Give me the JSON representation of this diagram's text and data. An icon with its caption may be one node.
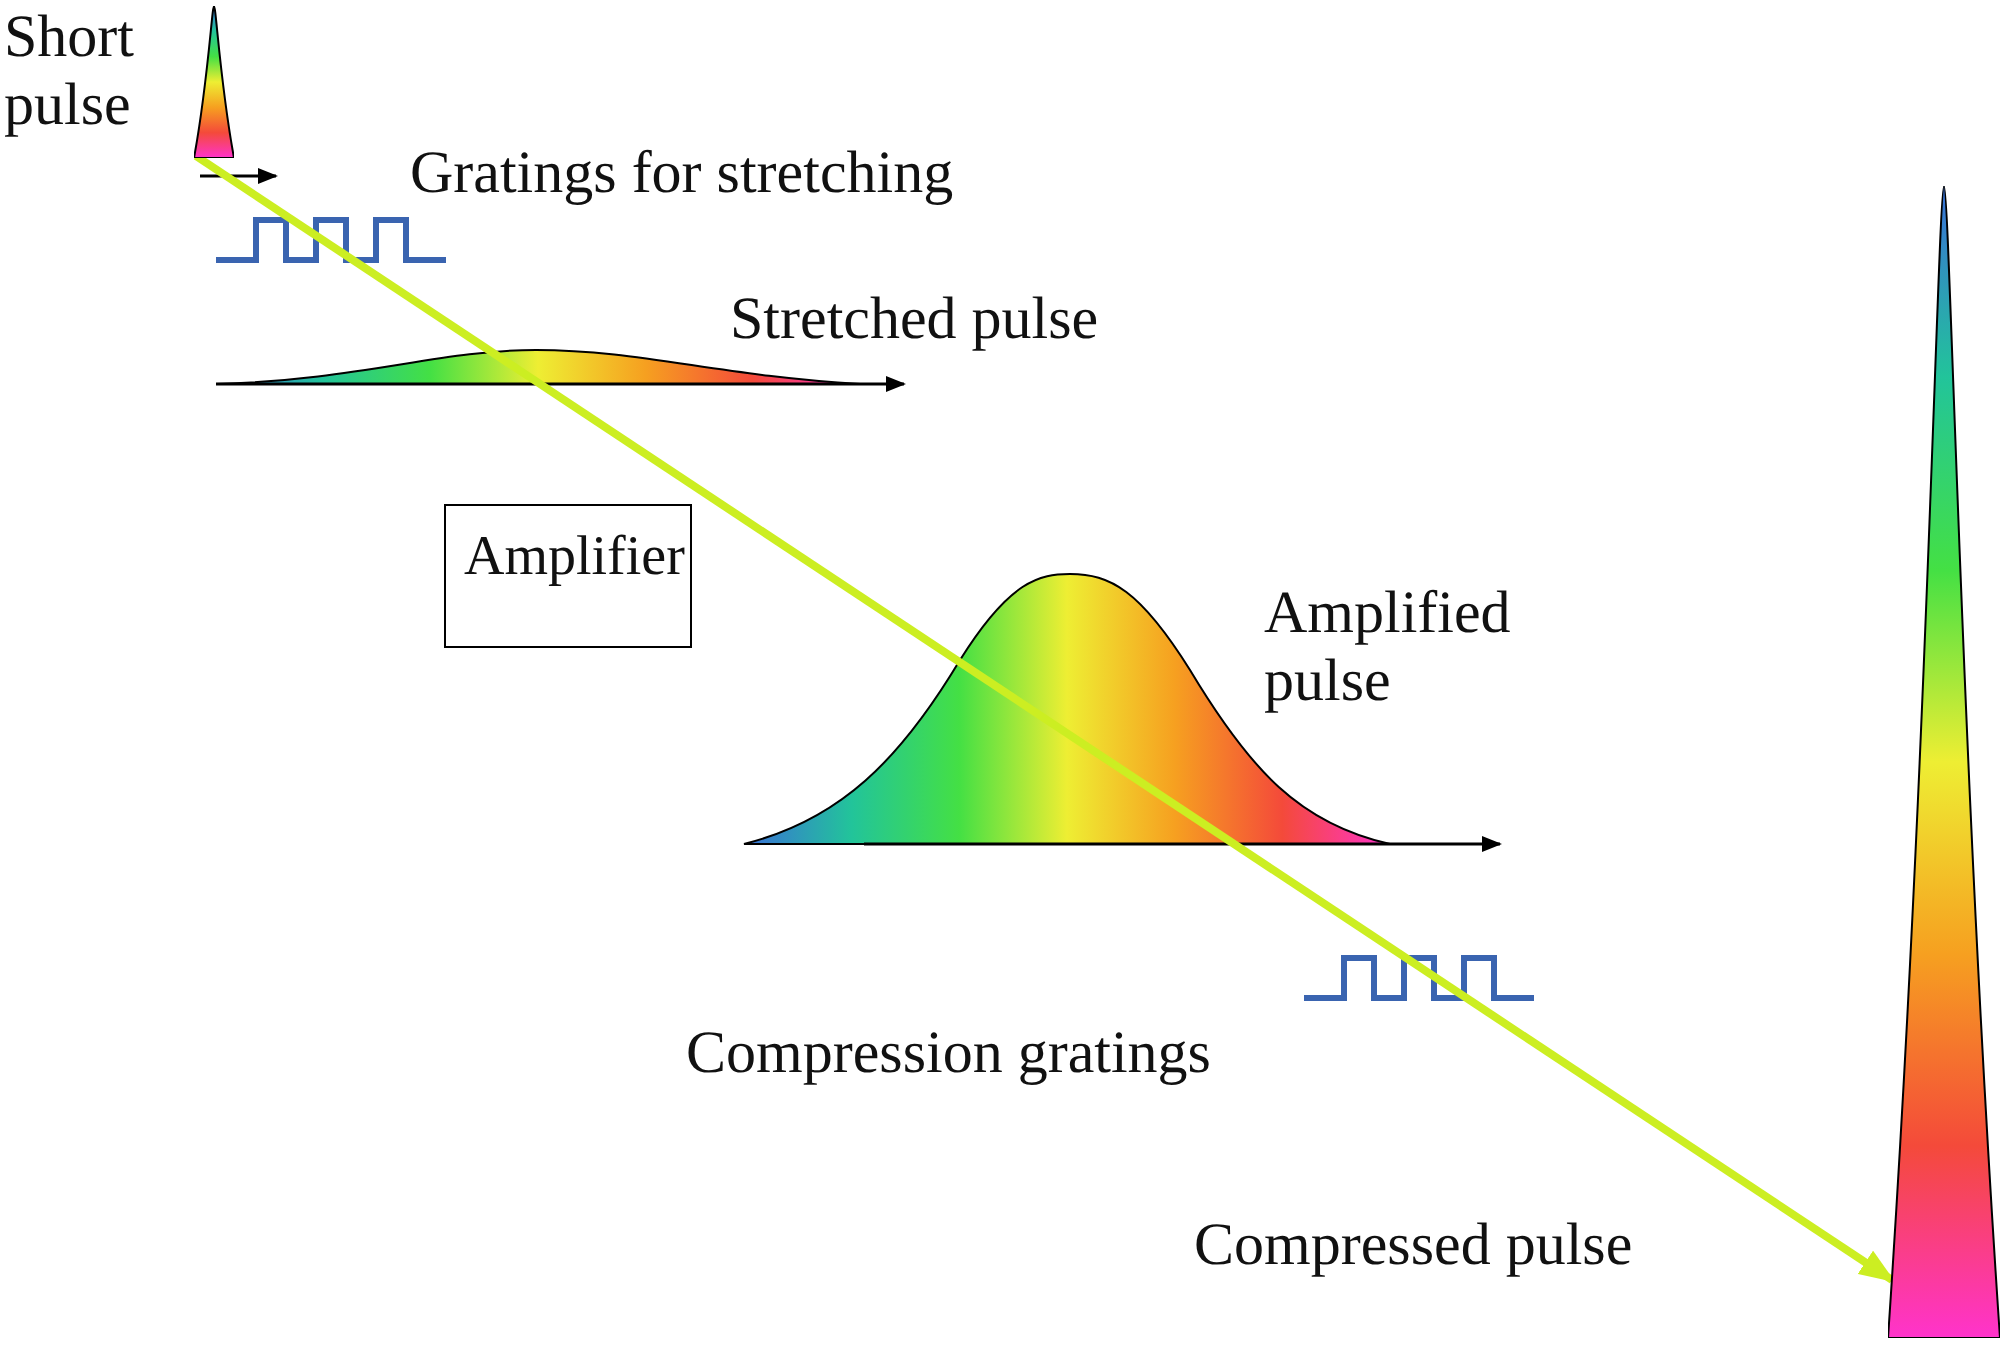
{
  "diagram": {
    "nodes": [
      {
        "text": [],
        "shape": "picture",
        "beside": [
          "Short pulse"
        ]
      },
      {
        "text": [
          "Amplifier"
        ]
      },
      {
        "text": [],
        "shape": "picture"
      }
    ],
    "edges": [
      {
        "from": 0,
        "to": 2,
        "arrow": "to",
        "color": "#ccee22"
      }
    ],
    "labels": [
      "Gratings for stretching",
      "Stretched pulse",
      "Amplified pulse",
      "Compression gratings",
      "Compressed pulse"
    ]
  }
}
